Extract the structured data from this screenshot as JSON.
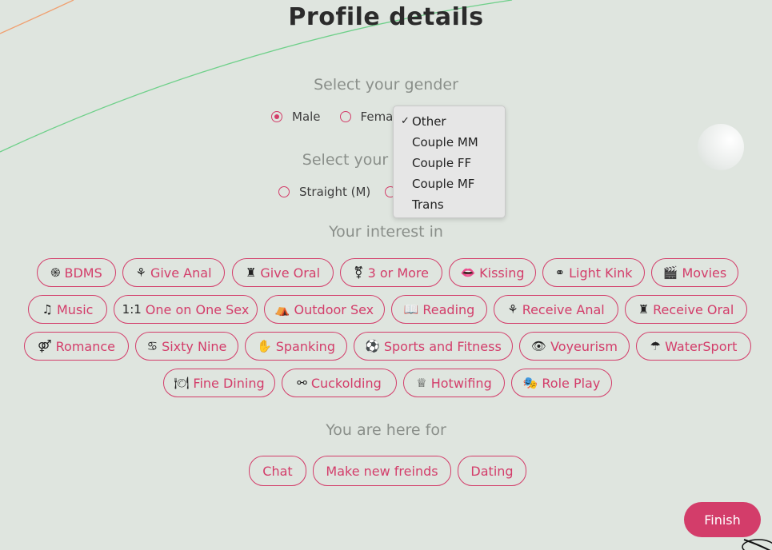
{
  "page": {
    "title": "Profile details"
  },
  "gender": {
    "heading": "Select your gender",
    "options": [
      {
        "label": "Male",
        "selected": true
      },
      {
        "label": "Female",
        "selected": false
      }
    ],
    "dropdown": {
      "checkmark": "✓",
      "items": [
        "Other",
        "Couple MM",
        "Couple FF",
        "Couple MF",
        "Trans"
      ],
      "selected": "Other"
    }
  },
  "orientation": {
    "heading": "Select your",
    "options": [
      {
        "label": "Straight (M)",
        "selected": false
      }
    ]
  },
  "interests": {
    "heading": "Your interest in",
    "items": [
      {
        "label": "BDMS",
        "icon": "bdsm-icon",
        "glyph": "֍"
      },
      {
        "label": "Give Anal",
        "icon": "give-anal-icon",
        "glyph": "⚘"
      },
      {
        "label": "Give Oral",
        "icon": "give-oral-icon",
        "glyph": "♜"
      },
      {
        "label": "3 or More",
        "icon": "group-icon",
        "glyph": "⚧"
      },
      {
        "label": "Kissing",
        "icon": "lips-icon",
        "glyph": "👄"
      },
      {
        "label": "Light Kink",
        "icon": "handcuffs-icon",
        "glyph": "⚭"
      },
      {
        "label": "Movies",
        "icon": "clapperboard-icon",
        "glyph": "🎬"
      },
      {
        "label": "Music",
        "icon": "music-notes-icon",
        "glyph": "♫"
      },
      {
        "label": "One on One Sex",
        "icon": "one-on-one-icon",
        "glyph": "1:1"
      },
      {
        "label": "Outdoor Sex",
        "icon": "outdoor-icon",
        "glyph": "⛺"
      },
      {
        "label": "Reading",
        "icon": "book-icon",
        "glyph": "📖"
      },
      {
        "label": "Receive Anal",
        "icon": "receive-anal-icon",
        "glyph": "⚘"
      },
      {
        "label": "Receive Oral",
        "icon": "receive-oral-icon",
        "glyph": "♜"
      },
      {
        "label": "Romance",
        "icon": "couple-icon",
        "glyph": "⚤"
      },
      {
        "label": "Sixty Nine",
        "icon": "sixty-nine-icon",
        "glyph": "♋"
      },
      {
        "label": "Spanking",
        "icon": "spanking-icon",
        "glyph": "✋"
      },
      {
        "label": "Sports and Fitness",
        "icon": "fitness-icon",
        "glyph": "⚽"
      },
      {
        "label": "Voyeurism",
        "icon": "voyeur-icon",
        "glyph": "👁"
      },
      {
        "label": "WaterSport",
        "icon": "watersport-icon",
        "glyph": "☂"
      },
      {
        "label": "Fine Dining",
        "icon": "dining-icon",
        "glyph": "🍽"
      },
      {
        "label": "Cuckolding",
        "icon": "cuckold-icon",
        "glyph": "⚯"
      },
      {
        "label": "Hotwifing",
        "icon": "hotwife-icon",
        "glyph": "♕"
      },
      {
        "label": "Role Play",
        "icon": "role-play-icon",
        "glyph": "🎭"
      }
    ]
  },
  "purpose": {
    "heading": "You are here for",
    "items": [
      {
        "label": "Chat"
      },
      {
        "label": "Make new freinds"
      },
      {
        "label": "Dating"
      }
    ]
  },
  "actions": {
    "finish_label": "Finish"
  },
  "colors": {
    "accent": "#d33d6a",
    "background": "#dfe5df"
  }
}
